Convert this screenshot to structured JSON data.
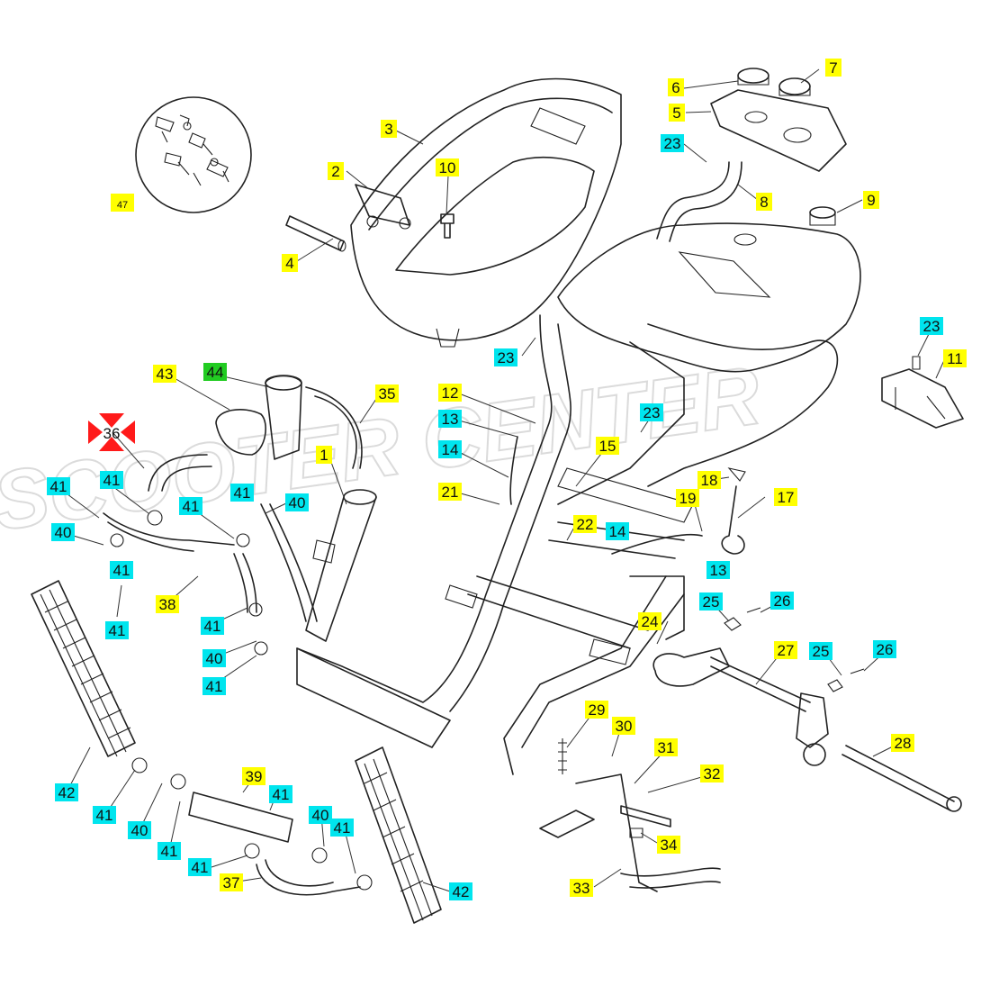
{
  "colors": {
    "yellow": "#ffff00",
    "cyan": "#00e5ee",
    "green": "#22cc22",
    "selected": "#ff1a1a",
    "line": "#222222"
  },
  "watermark_text": "SCOOTER CENTER",
  "labels": [
    {
      "text": "1",
      "color": "yellow"
    },
    {
      "text": "2",
      "color": "yellow"
    },
    {
      "text": "3",
      "color": "yellow"
    },
    {
      "text": "4",
      "color": "yellow"
    },
    {
      "text": "5",
      "color": "yellow"
    },
    {
      "text": "6",
      "color": "yellow"
    },
    {
      "text": "7",
      "color": "yellow"
    },
    {
      "text": "8",
      "color": "yellow"
    },
    {
      "text": "9",
      "color": "yellow"
    },
    {
      "text": "10",
      "color": "yellow"
    },
    {
      "text": "11",
      "color": "yellow"
    },
    {
      "text": "12",
      "color": "yellow"
    },
    {
      "text": "13",
      "color": "cyan"
    },
    {
      "text": "14",
      "color": "cyan"
    },
    {
      "text": "15",
      "color": "yellow"
    },
    {
      "text": "17",
      "color": "yellow"
    },
    {
      "text": "18",
      "color": "yellow"
    },
    {
      "text": "19",
      "color": "yellow"
    },
    {
      "text": "21",
      "color": "yellow"
    },
    {
      "text": "22",
      "color": "yellow"
    },
    {
      "text": "14",
      "color": "cyan"
    },
    {
      "text": "13",
      "color": "cyan"
    },
    {
      "text": "23",
      "color": "cyan"
    },
    {
      "text": "23",
      "color": "cyan"
    },
    {
      "text": "23",
      "color": "cyan"
    },
    {
      "text": "23",
      "color": "cyan"
    },
    {
      "text": "24",
      "color": "yellow"
    },
    {
      "text": "25",
      "color": "cyan"
    },
    {
      "text": "26",
      "color": "cyan"
    },
    {
      "text": "25",
      "color": "cyan"
    },
    {
      "text": "26",
      "color": "cyan"
    },
    {
      "text": "27",
      "color": "yellow"
    },
    {
      "text": "28",
      "color": "yellow"
    },
    {
      "text": "29",
      "color": "yellow"
    },
    {
      "text": "30",
      "color": "yellow"
    },
    {
      "text": "31",
      "color": "yellow"
    },
    {
      "text": "32",
      "color": "yellow"
    },
    {
      "text": "33",
      "color": "yellow"
    },
    {
      "text": "34",
      "color": "yellow"
    },
    {
      "text": "35",
      "color": "yellow"
    },
    {
      "text": "36",
      "color": "selected"
    },
    {
      "text": "37",
      "color": "yellow"
    },
    {
      "text": "38",
      "color": "yellow"
    },
    {
      "text": "39",
      "color": "yellow"
    },
    {
      "text": "40",
      "color": "cyan"
    },
    {
      "text": "40",
      "color": "cyan"
    },
    {
      "text": "40",
      "color": "cyan"
    },
    {
      "text": "40",
      "color": "cyan"
    },
    {
      "text": "40",
      "color": "cyan"
    },
    {
      "text": "41",
      "color": "cyan"
    },
    {
      "text": "41",
      "color": "cyan"
    },
    {
      "text": "41",
      "color": "cyan"
    },
    {
      "text": "41",
      "color": "cyan"
    },
    {
      "text": "41",
      "color": "cyan"
    },
    {
      "text": "41",
      "color": "cyan"
    },
    {
      "text": "41",
      "color": "cyan"
    },
    {
      "text": "41",
      "color": "cyan"
    },
    {
      "text": "41",
      "color": "cyan"
    },
    {
      "text": "41",
      "color": "cyan"
    },
    {
      "text": "41",
      "color": "cyan"
    },
    {
      "text": "41",
      "color": "cyan"
    },
    {
      "text": "41",
      "color": "cyan"
    },
    {
      "text": "42",
      "color": "cyan"
    },
    {
      "text": "42",
      "color": "cyan"
    },
    {
      "text": "43",
      "color": "yellow"
    },
    {
      "text": "44",
      "color": "green"
    },
    {
      "text": "47",
      "color": "yellow"
    }
  ]
}
